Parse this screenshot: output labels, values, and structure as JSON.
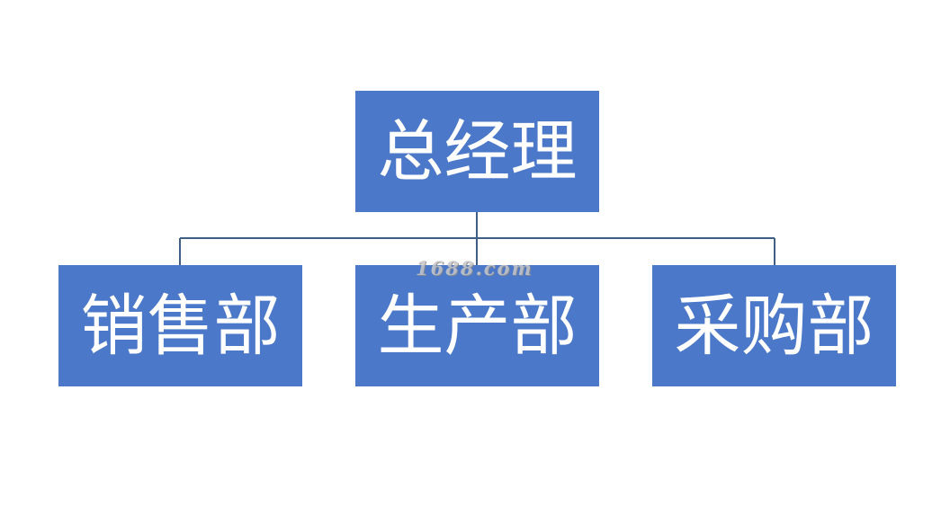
{
  "org_chart": {
    "root": {
      "label": "总经理"
    },
    "children": [
      {
        "label": "销售部"
      },
      {
        "label": "生产部"
      },
      {
        "label": "采购部"
      }
    ]
  },
  "watermark": {
    "text": "1688.com"
  },
  "colors": {
    "node_fill": "#4b78c8",
    "node_text": "#ffffff",
    "connector": "#3f5f86",
    "background": "#ffffff"
  }
}
